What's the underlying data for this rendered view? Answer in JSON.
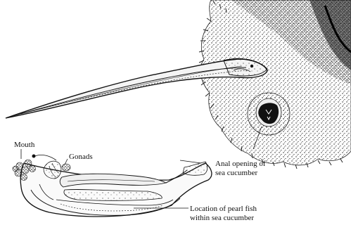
{
  "labels": {
    "mouth": "Mouth",
    "gonads": "Gonads",
    "anal_opening_line1": "Anal opening of",
    "anal_opening_line2": "sea cucumber",
    "location_line1": "Location of pearl fish",
    "location_line2": "within sea cucumber"
  },
  "colors": {
    "ink": "#111111",
    "stipple": "#2a2a2a",
    "paper": "#ffffff"
  }
}
